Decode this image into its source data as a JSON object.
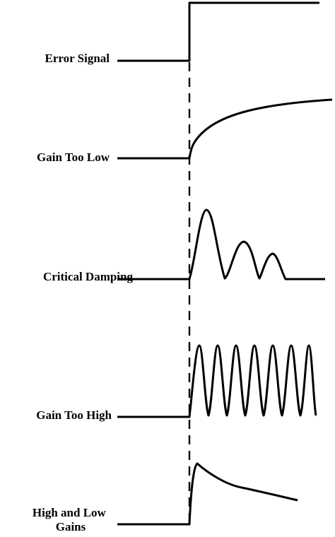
{
  "labels": {
    "error_signal": "Error Signal",
    "gain_too_low": "Gain Too Low",
    "critical_damping": "Critical Damping",
    "gain_too_high": "Gain Too High",
    "high_and_low_gains_line1": "High and Low",
    "high_and_low_gains_line2": "Gains"
  }
}
